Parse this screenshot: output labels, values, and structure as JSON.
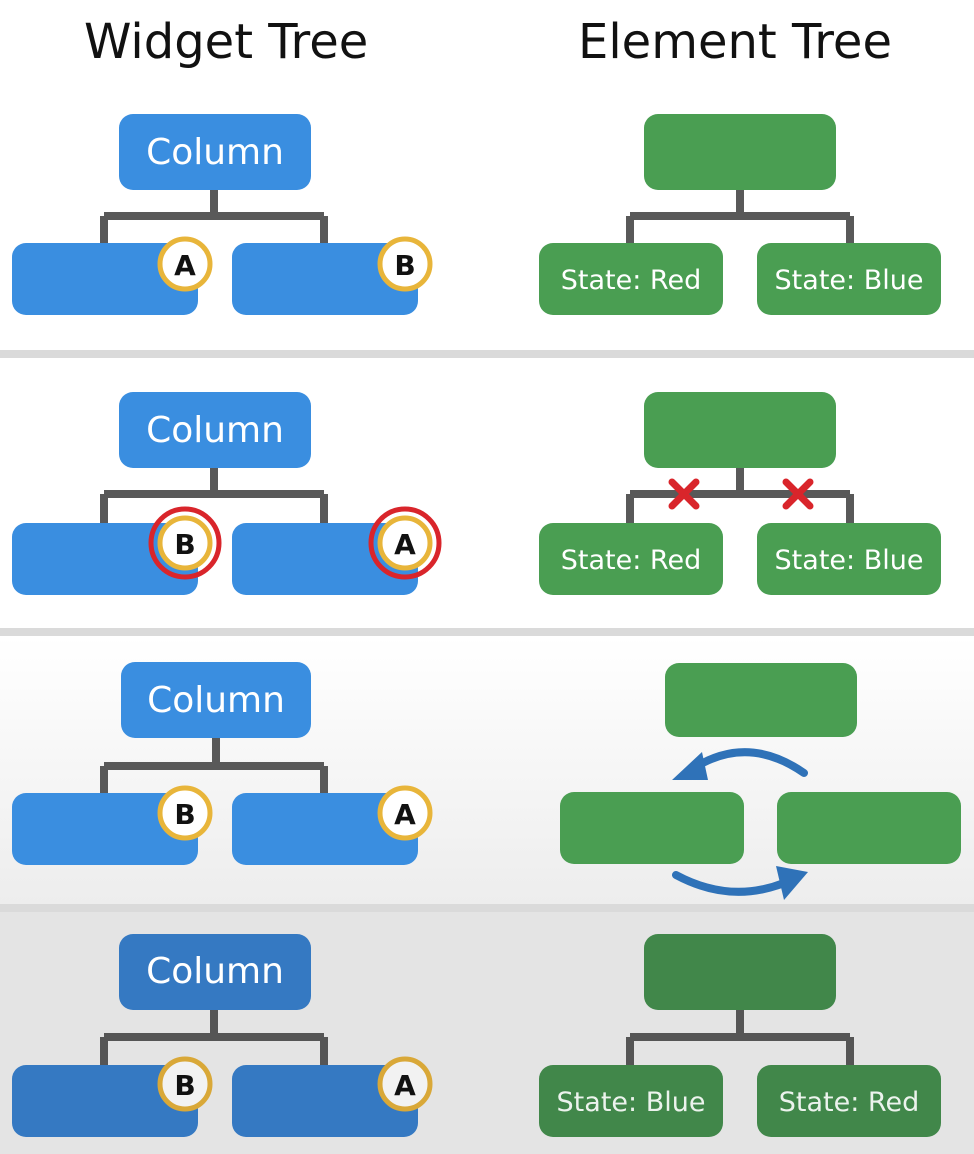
{
  "headings": {
    "widget_tree": "Widget Tree",
    "element_tree": "Element Tree"
  },
  "colors": {
    "widget_node": "#3a8ee0",
    "element_node": "#4a9e52",
    "connector": "#595959",
    "badge_ring": "#e8b53a",
    "highlight_ring": "#d9252b",
    "mismatch_cross": "#d9252b",
    "swap_arrow": "#2f72b8"
  },
  "rows": [
    {
      "widget": {
        "parent_label": "Column",
        "left_badge": "A",
        "right_badge": "B"
      },
      "element": {
        "left_label": "State: Red",
        "right_label": "State: Blue"
      }
    },
    {
      "widget": {
        "parent_label": "Column",
        "left_badge": "B",
        "right_badge": "A"
      },
      "element": {
        "left_label": "State: Red",
        "right_label": "State: Blue"
      }
    },
    {
      "widget": {
        "parent_label": "Column",
        "left_badge": "B",
        "right_badge": "A"
      },
      "element": {
        "left_label": "",
        "right_label": ""
      }
    },
    {
      "widget": {
        "parent_label": "Column",
        "left_badge": "B",
        "right_badge": "A"
      },
      "element": {
        "left_label": "State: Blue",
        "right_label": "State: Red"
      }
    }
  ],
  "icons": {
    "mismatch": "cross-icon",
    "swap": "swap-arrows-icon"
  }
}
